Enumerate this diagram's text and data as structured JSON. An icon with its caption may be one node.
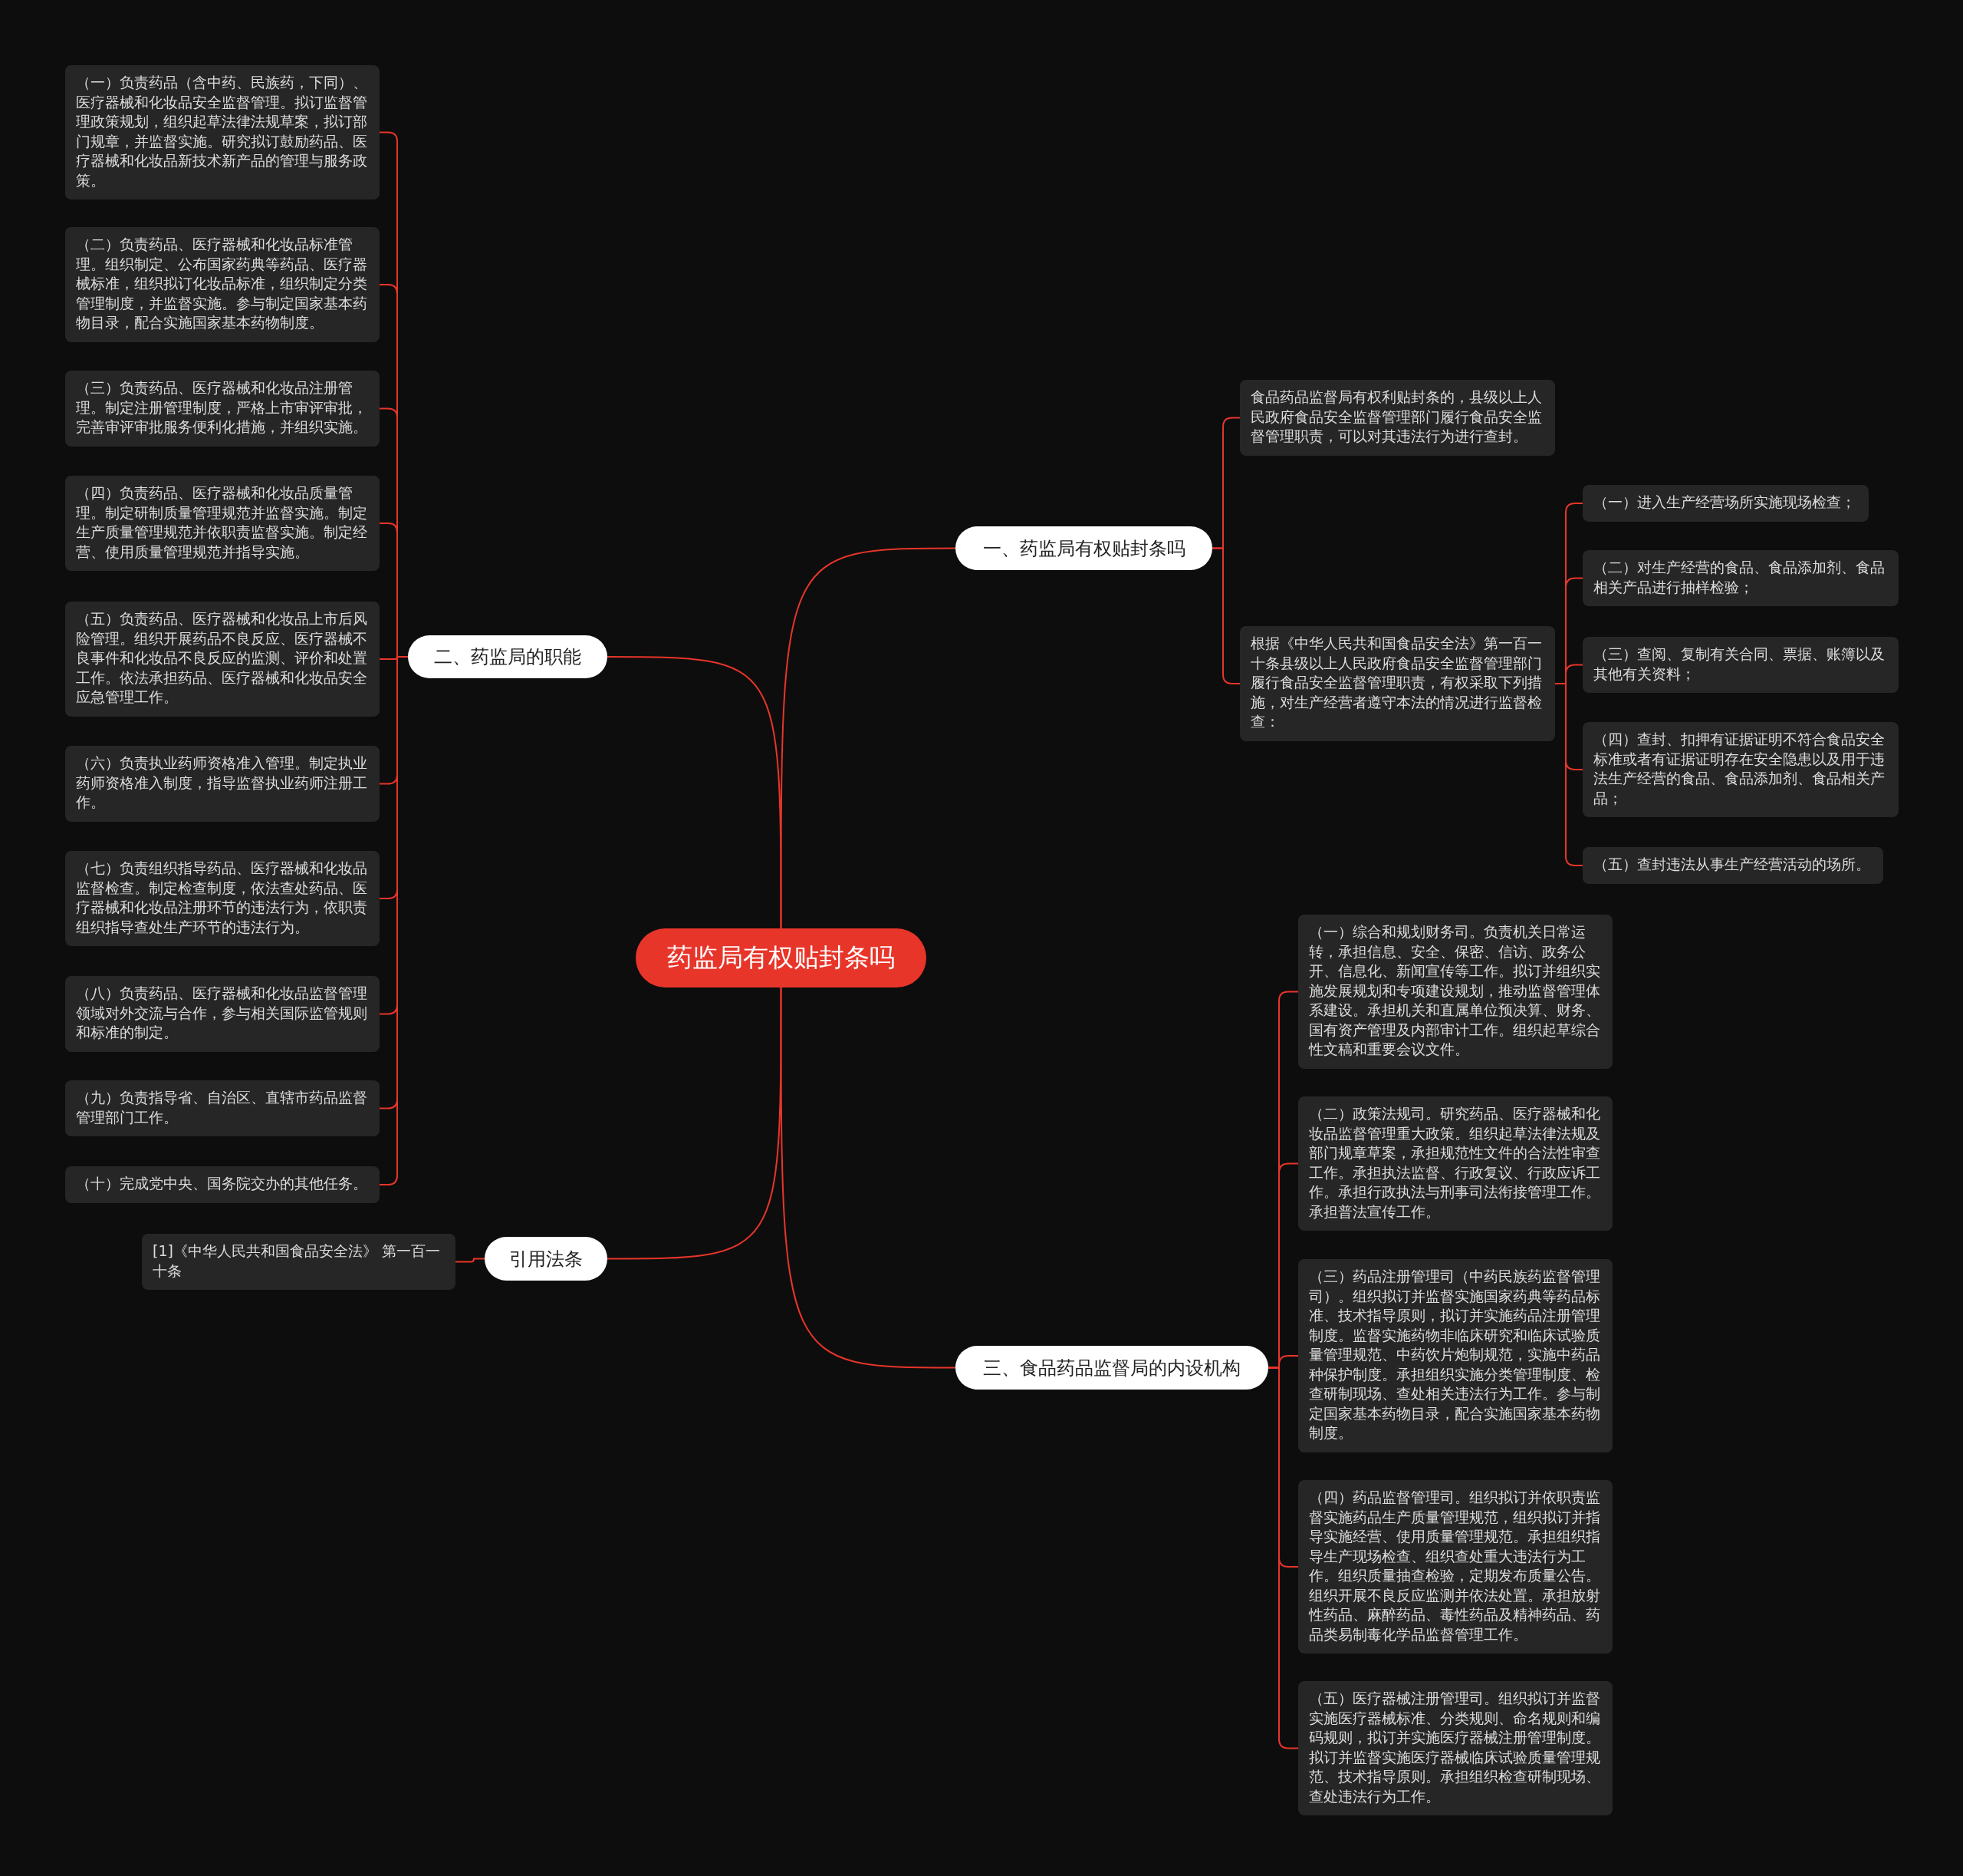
{
  "diagram": {
    "nodes": [
      {
        "text": [
          "药监局有权贴封条吗"
        ]
      },
      {
        "text": [
          "一、药监局有权贴封条吗"
        ]
      },
      {
        "text": [
          "食品药品监督局有权利贴封条的，县级以上人民政府食品安全监督管理部门履行食品安全监督管理职责，可以对其违法行为进行查封。"
        ]
      },
      {
        "text": [
          "根据《中华人民共和国食品安全法》第一百一十条县级以上人民政府食品安全监督管理部门履行食品安全监督管理职责，有权采取下列措施，对生产经营者遵守本法的情况进行监督检查："
        ]
      },
      {
        "text": [
          "（一）进入生产经营场所实施现场检查；"
        ]
      },
      {
        "text": [
          "（二）对生产经营的食品、食品添加剂、食品相关产品进行抽样检验；"
        ]
      },
      {
        "text": [
          "（三）查阅、复制有关合同、票据、账簿以及其他有关资料；"
        ]
      },
      {
        "text": [
          "（四）查封、扣押有证据证明不符合食品安全标准或者有证据证明存在安全隐患以及用于违法生产经营的食品、食品添加剂、食品相关产品；"
        ]
      },
      {
        "text": [
          "（五）查封违法从事生产经营活动的场所。"
        ]
      },
      {
        "text": [
          "二、药监局的职能"
        ]
      },
      {
        "text": [
          "（一）负责药品（含中药、民族药，下同）、医疗器械和化妆品安全监督管理。拟订监督管理政策规划，组织起草法律法规草案，拟订部门规章，并监督实施。研究拟订鼓励药品、医疗器械和化妆品新技术新产品的管理与服务政策。"
        ]
      },
      {
        "text": [
          "（二）负责药品、医疗器械和化妆品标准管理。组织制定、公布国家药典等药品、医疗器械标准，组织拟订化妆品标准，组织制定分类管理制度，并监督实施。参与制定国家基本药物目录，配合实施国家基本药物制度。"
        ]
      },
      {
        "text": [
          "（三）负责药品、医疗器械和化妆品注册管理。制定注册管理制度，严格上市审评审批，完善审评审批服务便利化措施，并组织实施。"
        ]
      },
      {
        "text": [
          "（四）负责药品、医疗器械和化妆品质量管理。制定研制质量管理规范并监督实施。制定生产质量管理规范并依职责监督实施。制定经营、使用质量管理规范并指导实施。"
        ]
      },
      {
        "text": [
          "（五）负责药品、医疗器械和化妆品上市后风险管理。组织开展药品不良反应、医疗器械不良事件和化妆品不良反应的监测、评价和处置工作。依法承担药品、医疗器械和化妆品安全应急管理工作。"
        ]
      },
      {
        "text": [
          "（六）负责执业药师资格准入管理。制定执业药师资格准入制度，指导监督执业药师注册工作。"
        ]
      },
      {
        "text": [
          "（七）负责组织指导药品、医疗器械和化妆品监督检查。制定检查制度，依法查处药品、医疗器械和化妆品注册环节的违法行为，依职责组织指导查处生产环节的违法行为。"
        ]
      },
      {
        "text": [
          "（八）负责药品、医疗器械和化妆品监督管理领域对外交流与合作，参与相关国际监管规则和标准的制定。"
        ]
      },
      {
        "text": [
          "（九）负责指导省、自治区、直辖市药品监督管理部门工作。"
        ]
      },
      {
        "text": [
          "（十）完成党中央、国务院交办的其他任务。"
        ]
      },
      {
        "text": [
          "引用法条"
        ]
      },
      {
        "text": [
          "[1]《中华人民共和国食品安全法》 第一百一十条"
        ]
      },
      {
        "text": [
          "三、食品药品监督局的内设机构"
        ]
      },
      {
        "text": [
          "（一）综合和规划财务司。负责机关日常运转，承担信息、安全、保密、信访、政务公开、信息化、新闻宣传等工作。拟订并组织实施发展规划和专项建设规划，推动监督管理体系建设。承担机关和直属单位预决算、财务、国有资产管理及内部审计工作。组织起草综合性文稿和重要会议文件。"
        ]
      },
      {
        "text": [
          "（二）政策法规司。研究药品、医疗器械和化妆品监督管理重大政策。组织起草法律法规及部门规章草案，承担规范性文件的合法性审查工作。承担执法监督、行政复议、行政应诉工作。承担行政执法与刑事司法衔接管理工作。承担普法宣传工作。"
        ]
      },
      {
        "text": [
          "（三）药品注册管理司（中药民族药监督管理司）。组织拟订并监督实施国家药典等药品标准、技术指导原则，拟订并实施药品注册管理制度。监督实施药物非临床研究和临床试验质量管理规范、中药饮片炮制规范，实施中药品种保护制度。承担组织实施分类管理制度、检查研制现场、查处相关违法行为工作。参与制定国家基本药物目录，配合实施国家基本药物制度。"
        ]
      },
      {
        "text": [
          "（四）药品监督管理司。组织拟订并依职责监督实施药品生产质量管理规范，组织拟订并指导实施经营、使用质量管理规范。承担组织指导生产现场检查、组织查处重大违法行为工作。组织质量抽查检验，定期发布质量公告。组织开展不良反应监测并依法处置。承担放射性药品、麻醉药品、毒性药品及精神药品、药品类易制毒化学品监督管理工作。"
        ]
      },
      {
        "text": [
          "（五）医疗器械注册管理司。组织拟订并监督实施医疗器械标准、分类规则、命名规则和编码规则，拟订并实施医疗器械注册管理制度。拟订并监督实施医疗器械临床试验质量管理规范、技术指导原则。承担组织检查研制现场、查处违法行为工作。"
        ]
      }
    ],
    "edges": [
      {
        "from": 0,
        "to": 1,
        "arrow": "none"
      },
      {
        "from": 1,
        "to": 2,
        "arrow": "none"
      },
      {
        "from": 1,
        "to": 3,
        "arrow": "none"
      },
      {
        "from": 3,
        "to": 4,
        "arrow": "none"
      },
      {
        "from": 3,
        "to": 5,
        "arrow": "none"
      },
      {
        "from": 3,
        "to": 6,
        "arrow": "none"
      },
      {
        "from": 3,
        "to": 7,
        "arrow": "none"
      },
      {
        "from": 3,
        "to": 8,
        "arrow": "none"
      },
      {
        "from": 0,
        "to": 9,
        "arrow": "none"
      },
      {
        "from": 9,
        "to": 10,
        "arrow": "none"
      },
      {
        "from": 9,
        "to": 11,
        "arrow": "none"
      },
      {
        "from": 9,
        "to": 12,
        "arrow": "none"
      },
      {
        "from": 9,
        "to": 13,
        "arrow": "none"
      },
      {
        "from": 9,
        "to": 14,
        "arrow": "none"
      },
      {
        "from": 9,
        "to": 15,
        "arrow": "none"
      },
      {
        "from": 9,
        "to": 16,
        "arrow": "none"
      },
      {
        "from": 9,
        "to": 17,
        "arrow": "none"
      },
      {
        "from": 9,
        "to": 18,
        "arrow": "none"
      },
      {
        "from": 9,
        "to": 19,
        "arrow": "none"
      },
      {
        "from": 0,
        "to": 20,
        "arrow": "none"
      },
      {
        "from": 20,
        "to": 21,
        "arrow": "none"
      },
      {
        "from": 0,
        "to": 22,
        "arrow": "none"
      },
      {
        "from": 22,
        "to": 23,
        "arrow": "none"
      },
      {
        "from": 22,
        "to": 24,
        "arrow": "none"
      },
      {
        "from": 22,
        "to": 25,
        "arrow": "none"
      },
      {
        "from": 22,
        "to": 26,
        "arrow": "none"
      },
      {
        "from": 22,
        "to": 27,
        "arrow": "none"
      }
    ]
  }
}
